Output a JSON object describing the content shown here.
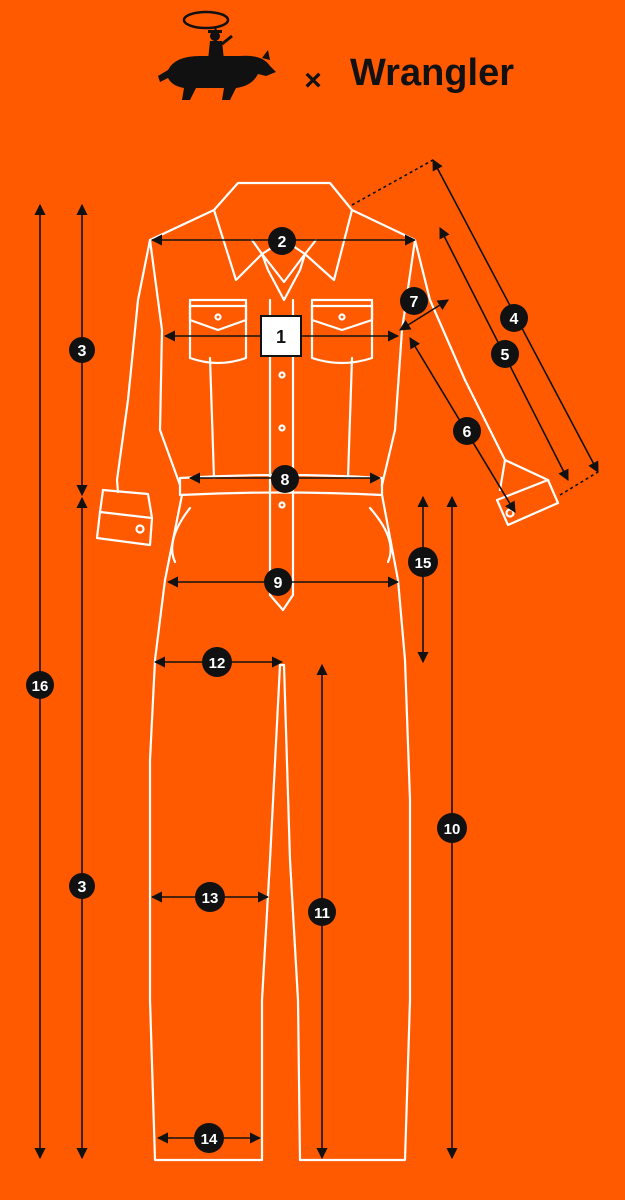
{
  "brand": {
    "cross": "×",
    "name": "Wrangler",
    "logo_icon": "cowboy-riding-boar-logo"
  },
  "colors": {
    "background": "#ff5a00",
    "garment_line": "#ffffff",
    "dimension_line": "#111111",
    "badge_fill": "#111111",
    "badge_text": "#ffffff",
    "box_fill": "#ffffff",
    "box_text": "#111111"
  },
  "markers": {
    "m1": "1",
    "m2": "2",
    "m3_upper": "3",
    "m3_lower": "3",
    "m4": "4",
    "m5": "5",
    "m6": "6",
    "m7": "7",
    "m8": "8",
    "m9": "9",
    "m10": "10",
    "m11": "11",
    "m12": "12",
    "m13": "13",
    "m14": "14",
    "m15": "15",
    "m16": "16"
  }
}
